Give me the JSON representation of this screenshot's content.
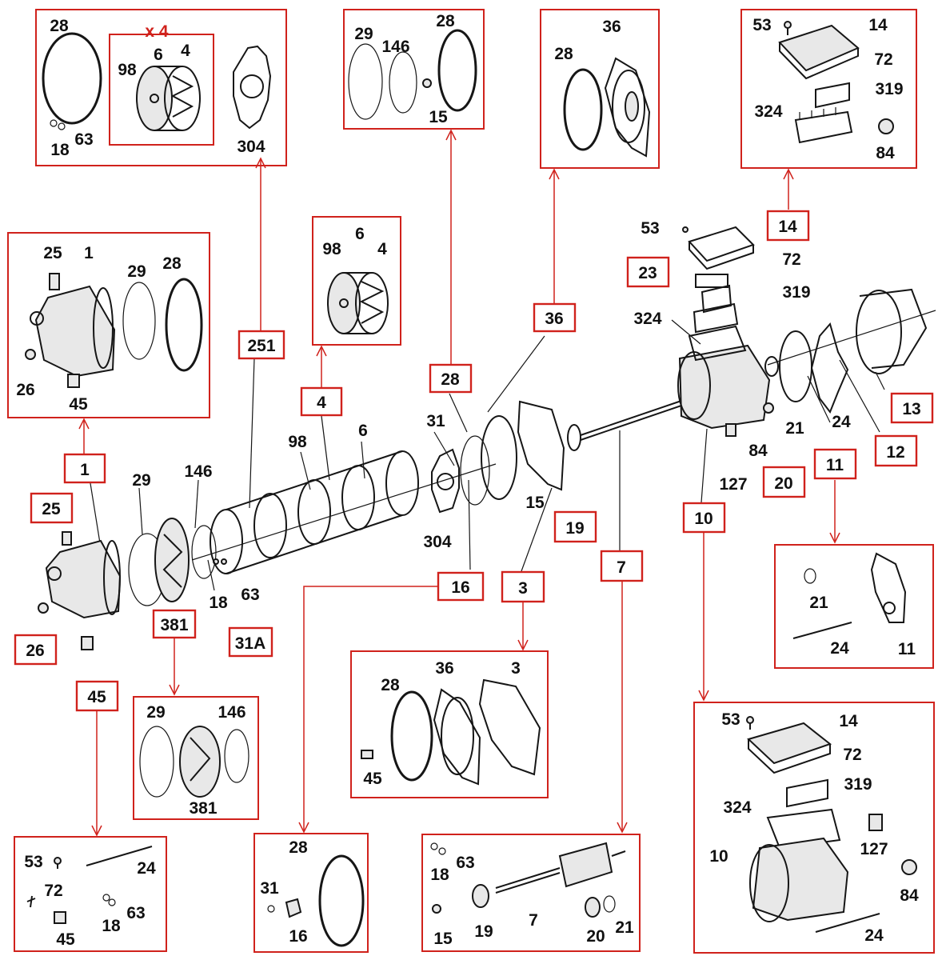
{
  "labels": {
    "l28a": "28",
    "x4": "x 4",
    "l98a": "98",
    "l6a": "6",
    "l4a": "4",
    "l18a": "18",
    "l63a": "63",
    "l304a": "304",
    "l29b": "29",
    "l146b": "146",
    "l28b": "28",
    "l15b": "15",
    "l28c": "28",
    "l36c": "36",
    "l53d": "53",
    "l14d": "14",
    "l72d": "72",
    "l319d": "319",
    "l324d": "324",
    "l84d": "84",
    "l25e": "25",
    "l1e": "1",
    "l29e": "29",
    "l28e": "28",
    "l26e": "26",
    "l45e": "45",
    "l98f": "98",
    "l6f": "6",
    "l4f": "4",
    "l53m": "53",
    "l72m": "72",
    "l319m": "319",
    "l324m": "324",
    "l21m": "21",
    "l24m": "24",
    "l84m": "84",
    "l127m": "127",
    "l29m": "29",
    "l146m": "146",
    "l98m": "98",
    "l6m": "6",
    "l31m": "31",
    "l304m": "304",
    "l15m": "15",
    "l18m": "18",
    "l63m": "63",
    "l21k": "21",
    "l24k": "24",
    "l11k": "11",
    "l29g": "29",
    "l146g": "146",
    "l381g": "381",
    "l28h": "28",
    "l36h": "36",
    "l3h": "3",
    "l45h": "45",
    "l53i": "53",
    "l14i": "14",
    "l72i": "72",
    "l319i": "319",
    "l324i": "324",
    "l10i": "10",
    "l127i": "127",
    "l84i": "84",
    "l24i": "24",
    "l53j": "53",
    "l24j": "24",
    "l72j": "72",
    "l45j": "45",
    "l18j": "18",
    "l63j": "63",
    "l28n": "28",
    "l31n": "31",
    "l16n": "16",
    "l18o": "18",
    "l63o": "63",
    "l7o": "7",
    "l15o": "15",
    "l19o": "19",
    "l20o": "20",
    "l21o": "21"
  },
  "tags": {
    "t14": "14",
    "t23": "23",
    "t36": "36",
    "t251": "251",
    "t4": "4",
    "t28": "28",
    "t13": "13",
    "t12": "12",
    "t11": "11",
    "t20": "20",
    "t10": "10",
    "t19": "19",
    "t7": "7",
    "t1": "1",
    "t25": "25",
    "t26": "26",
    "t381": "381",
    "t31a": "31A",
    "t45": "45",
    "t16": "16",
    "t3": "3"
  }
}
